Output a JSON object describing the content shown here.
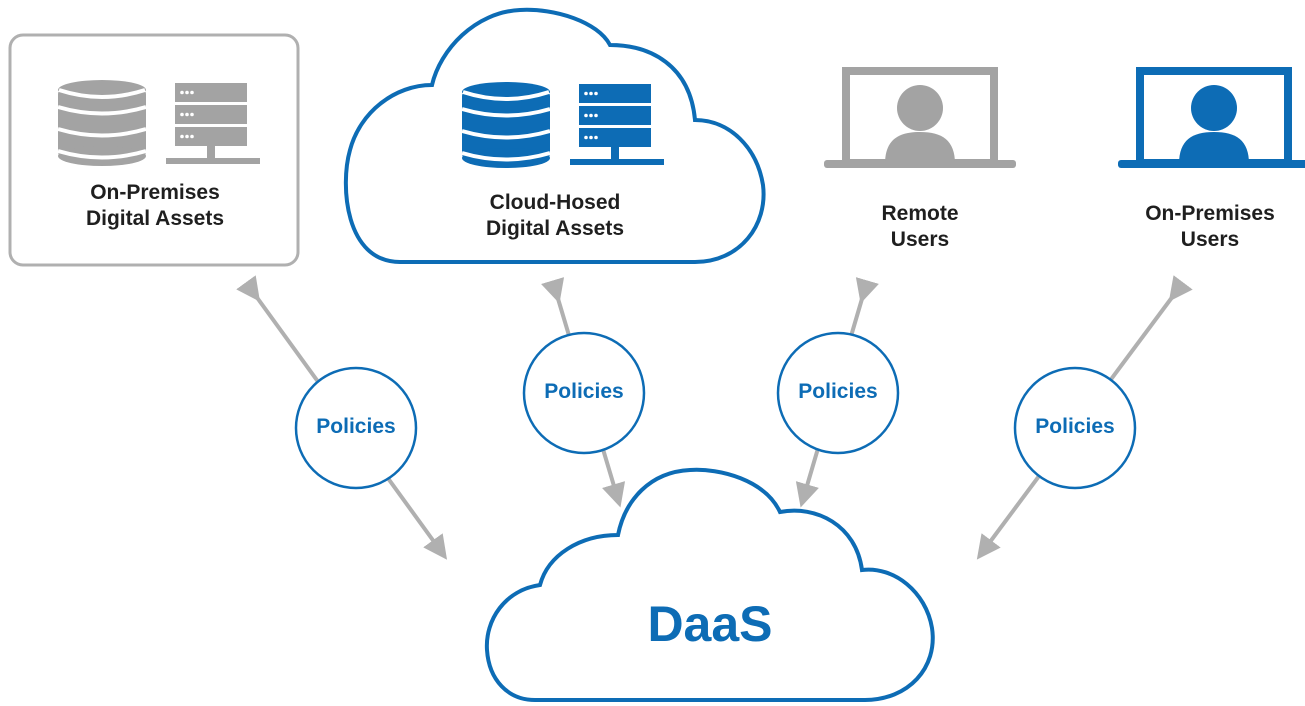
{
  "nodes": {
    "onprem_assets": {
      "line1": "On-Premises",
      "line2": "Digital Assets"
    },
    "cloud_assets": {
      "line1": "Cloud-Hosed",
      "line2": "Digital Assets"
    },
    "remote_users": {
      "line1": "Remote",
      "line2": "Users"
    },
    "onprem_users": {
      "line1": "On-Premises",
      "line2": "Users"
    },
    "daas": {
      "label": "DaaS"
    }
  },
  "policies": [
    "Policies",
    "Policies",
    "Policies",
    "Policies"
  ],
  "colors": {
    "blue": "#0d6cb5",
    "gray": "#a3a3a3",
    "arrow": "#b0b0b0"
  },
  "icons": [
    "database-icon",
    "server-icon",
    "laptop-icon",
    "user-icon"
  ]
}
